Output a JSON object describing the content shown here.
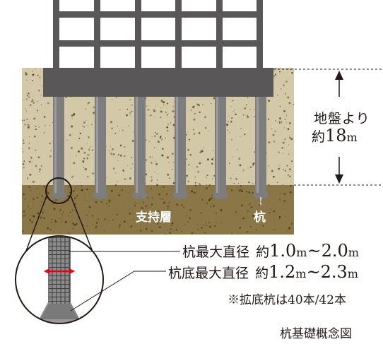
{
  "labels": {
    "depth_prefix": "地盤より",
    "depth_approx": "約",
    "depth_value": "18",
    "depth_unit": "m",
    "bearing_layer": "支持層",
    "pile": "杭",
    "shaft_dia_label": "杭最大直径",
    "shaft_dia_approx": "約",
    "shaft_dia_min": "1.0",
    "shaft_dia_min_unit": "m",
    "shaft_dia_sep": "~",
    "shaft_dia_max": "2.0",
    "shaft_dia_max_unit": "m",
    "base_dia_label": "杭底最大直径",
    "base_dia_approx": "約",
    "base_dia_min": "1.2",
    "base_dia_min_unit": "m",
    "base_dia_sep": "~",
    "base_dia_max": "2.3",
    "base_dia_max_unit": "m",
    "note": "※拡底杭は40本/42本",
    "caption": "杭基礎概念図"
  },
  "colors": {
    "frame": "#595757",
    "pile": "#7d7d7d",
    "soil_upper": "#d3c9a9",
    "soil_lower": "#8a7646",
    "speckle": "#5b4a1e",
    "accent_red": "#e60012",
    "text": "#231815"
  }
}
